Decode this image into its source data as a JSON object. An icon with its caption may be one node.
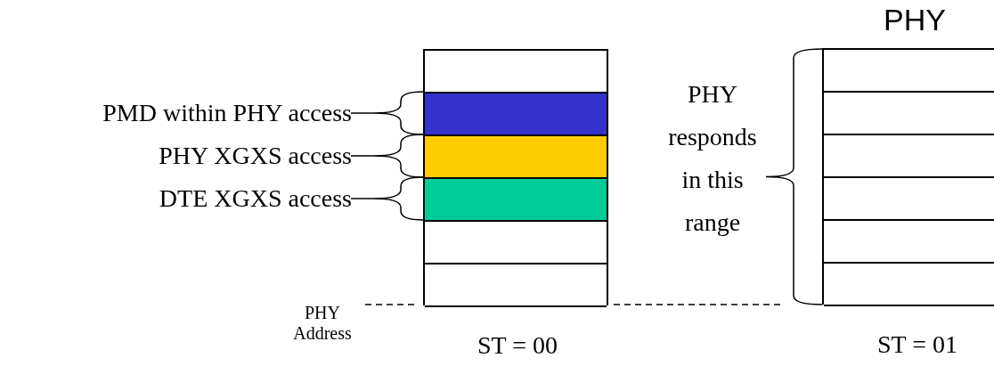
{
  "diagram": {
    "nodes": [
      {
        "text": [],
        "shape": "box",
        "beside": [
          "ST = 00"
        ]
      },
      {
        "text": [],
        "shape": "box",
        "in": 0
      },
      {
        "text": [],
        "shape": "box",
        "in": 0
      },
      {
        "text": [],
        "shape": "box",
        "in": 0
      },
      {
        "text": [],
        "shape": "box",
        "in": 0
      },
      {
        "text": [],
        "shape": "box",
        "in": 0
      },
      {
        "text": [],
        "shape": "box",
        "in": 0
      },
      {
        "text": [
          "PHY"
        ],
        "beside": [
          "ST = 01"
        ]
      },
      {
        "text": [],
        "shape": "box",
        "in": 7
      },
      {
        "text": [],
        "shape": "box",
        "in": 7
      },
      {
        "text": [],
        "shape": "box",
        "in": 7
      },
      {
        "text": [],
        "shape": "box",
        "in": 7
      },
      {
        "text": [],
        "shape": "box",
        "in": 7
      },
      {
        "text": [],
        "shape": "box",
        "in": 7
      }
    ],
    "labels": [
      "PMD within PHY access",
      "PHY XGXS access",
      "DTE XGXS access",
      "PHY responds in this range",
      "PHY Address"
    ]
  }
}
